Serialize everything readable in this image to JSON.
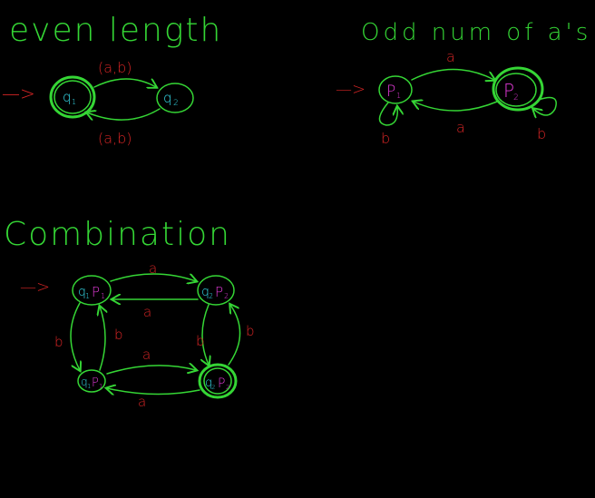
{
  "colors": {
    "background": "#000000",
    "green": "#35d635",
    "red": "#d62525",
    "cyan": "#35d9e8",
    "magenta": "#e03ad6"
  },
  "titles": {
    "even": "even length",
    "odd": "Odd num of a's",
    "combination": "Combination"
  },
  "dfa_even": {
    "states": [
      "q1",
      "q2"
    ],
    "start": "q1",
    "accepting": [
      "q1"
    ],
    "labels": {
      "q1_main": "q",
      "q1_sub": "1",
      "q2_main": "q",
      "q2_sub": "2"
    },
    "edge_top": "(a,b)",
    "edge_bottom": "(a,b)"
  },
  "dfa_odd": {
    "states": [
      "P1",
      "P2"
    ],
    "start": "P1",
    "accepting": [
      "P2"
    ],
    "labels": {
      "p1_main": "P",
      "p1_sub": "1",
      "p2_main": "P",
      "p2_sub": "2"
    },
    "edge_top": "a",
    "edge_bottom": "a",
    "loop_p1": "b",
    "loop_p2": "b"
  },
  "dfa_combo": {
    "start": "q1P1",
    "accepting": [
      "q2P2"
    ],
    "edge_top": "a",
    "edge_top_back": "a",
    "edge_bottom": "a",
    "edge_bottom_back": "a",
    "edge_left_outer": "b",
    "edge_left_inner": "b",
    "edge_right_inner": "b",
    "edge_right_outer": "b",
    "states": {
      "tl": {
        "q": "q",
        "qs": "1",
        "p": "P",
        "ps": "1"
      },
      "tr": {
        "q": "q",
        "qs": "2",
        "p": "P",
        "ps": "2"
      },
      "bl": {
        "q": "q",
        "qs": "1",
        "p": "P",
        "ps": "1"
      },
      "br": {
        "q": "q",
        "qs": "2",
        "p": "P",
        "ps": "2"
      }
    }
  },
  "start_arrow_glyph": "—>"
}
